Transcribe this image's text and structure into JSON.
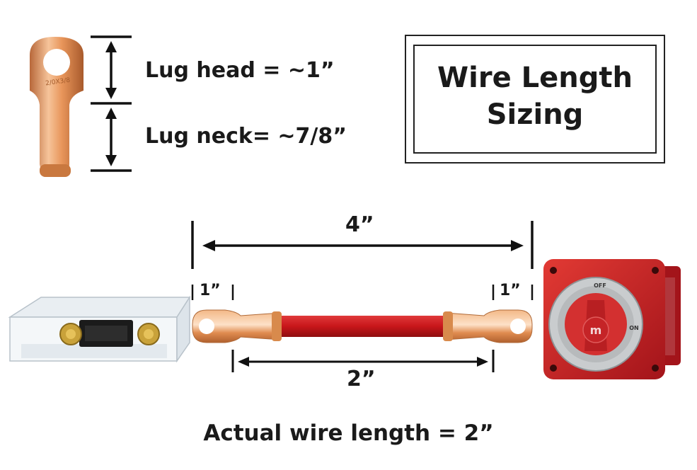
{
  "title": {
    "line1": "Wire Length",
    "line2": "Sizing"
  },
  "lug_callout": {
    "head_label": "Lug head = ~1”",
    "neck_label": "Lug neck= ~7/8”",
    "lug_stamp": "2/0X3/8"
  },
  "dimensions": {
    "overall": "4”",
    "left_lug": "1”",
    "right_lug": "1”",
    "wire": "2”"
  },
  "caption": "Actual wire length = 2”",
  "switch_labels": {
    "off": "OFF",
    "on": "ON",
    "knob": "m"
  },
  "colors": {
    "copper": "#e89a5c",
    "wire_red": "#c8161a",
    "switch_red": "#c41c1c",
    "line": "#111111"
  }
}
